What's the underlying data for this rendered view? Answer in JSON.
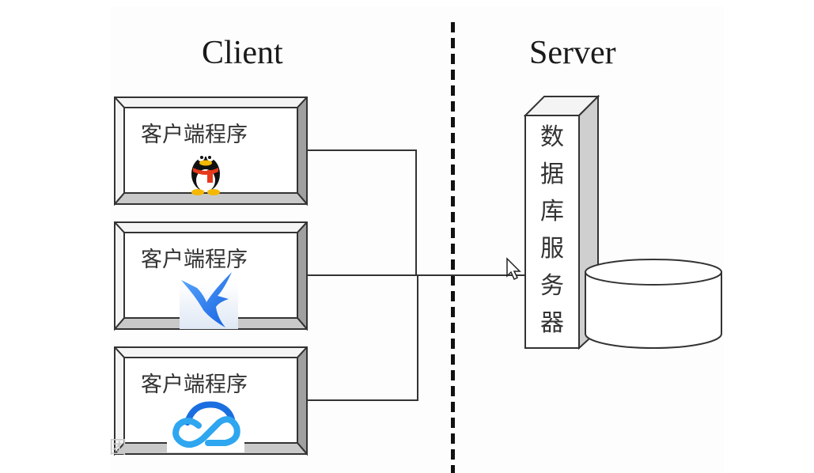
{
  "diagram": {
    "left_heading": "Client",
    "right_heading": "Server",
    "clients": [
      {
        "label": "客户端程序",
        "icon": "qq-penguin-icon"
      },
      {
        "label": "客户端程序",
        "icon": "xunlei-bird-icon"
      },
      {
        "label": "客户端程序",
        "icon": "tencent-cloud-icon"
      }
    ],
    "server": {
      "label_chars": [
        "数",
        "据",
        "库",
        "服",
        "务",
        "器"
      ],
      "storage_icon": "database-cylinder-icon"
    },
    "watermark": "团"
  }
}
